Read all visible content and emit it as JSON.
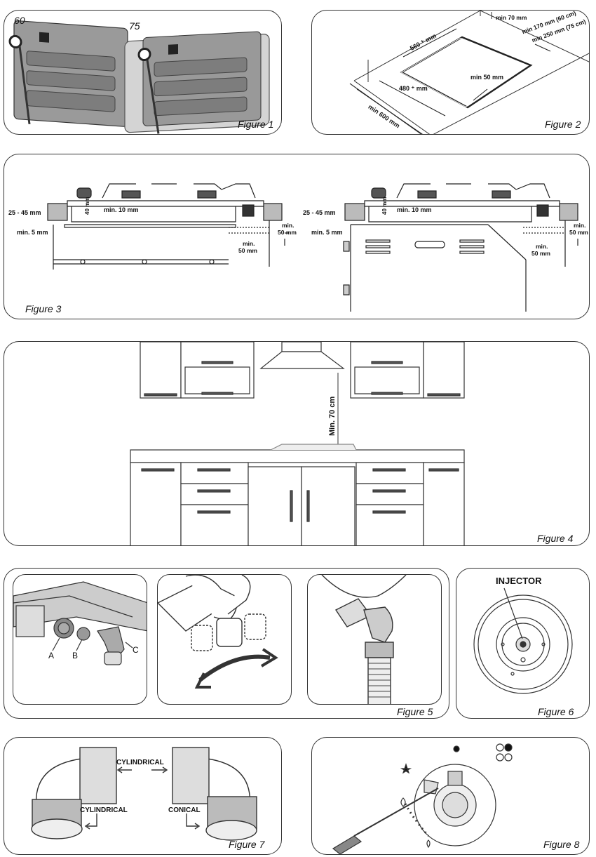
{
  "figure1": {
    "caption": "Figure 1",
    "size_a": "60",
    "size_b": "75"
  },
  "figure2": {
    "caption": "Figure 2",
    "min70": "min 70 mm",
    "min170": "min 170 mm (60 cm)",
    "min250": "min 250 mm (75 cm)",
    "w560": "560 ⁺ mm",
    "w480": "480 ⁺ mm",
    "min50": "min 50 mm",
    "min600": "min 600 mm"
  },
  "figure3": {
    "caption": "Figure 3",
    "thick": "25 - 45 mm",
    "h40": "40 mm",
    "min10": "min. 10 mm",
    "min5": "min. 5 mm",
    "min50a_1": "min.",
    "min50a_2": "50 mm",
    "min50b_1": "min.",
    "min50b_2": "50 mm"
  },
  "figure4": {
    "caption": "Figure 4",
    "min70cm": "Min. 70 cm"
  },
  "figure5": {
    "caption": "Figure 5",
    "a": "A",
    "b": "B",
    "c": "C"
  },
  "figure6": {
    "caption": "Figure 6",
    "injector": "INJECTOR"
  },
  "figure7": {
    "caption": "Figure 7",
    "cyl_top": "CYLINDRICAL",
    "cyl_left": "CYLINDRICAL",
    "conical": "CONICAL"
  },
  "figure8": {
    "caption": "Figure 8"
  }
}
